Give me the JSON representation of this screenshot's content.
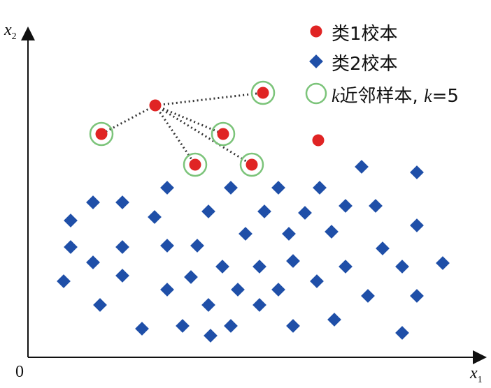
{
  "axes": {
    "x_label": "x",
    "x_sub": "1",
    "y_label": "x",
    "y_sub": "2",
    "origin": "0"
  },
  "legend": {
    "class1_label": "类1校本",
    "class2_label": "类2校本",
    "knn_prefix": "k",
    "knn_label": "近邻样本, ",
    "knn_k": "k",
    "knn_value": "=5"
  },
  "colors": {
    "class1": "#e02424",
    "class2": "#1f4fa8",
    "neighbor_ring": "#7cc47a",
    "link": "#333333"
  }
}
